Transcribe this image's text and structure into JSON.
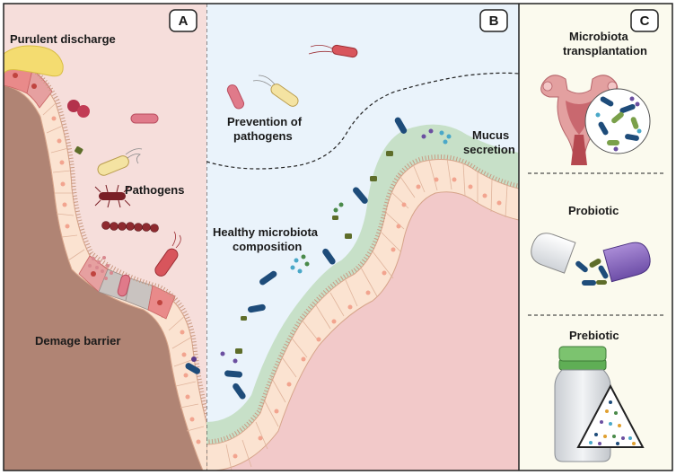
{
  "panels": {
    "a": {
      "badge": "A",
      "labels": {
        "purulent_discharge": "Purulent discharge",
        "pathogens": "Pathogens",
        "damage_barrier": "Demage barrier"
      }
    },
    "b": {
      "badge": "B",
      "labels": {
        "prevention_line1": "Prevention of",
        "prevention_line2": "pathogens",
        "mucus_line1": "Mucus",
        "mucus_line2": "secretion",
        "healthy_line1": "Healthy microbiota",
        "healthy_line2": "composition"
      }
    },
    "c": {
      "badge": "C",
      "labels": {
        "transplant_line1": "Microbiota",
        "transplant_line2": "transplantation",
        "probiotic": "Probiotic",
        "prebiotic": "Prebiotic"
      }
    }
  },
  "colors": {
    "panel_a_bg": "#f6dedb",
    "panel_b_bg": "#eaf3fb",
    "panel_c_bg": "#fbfaee",
    "tissue": "#b08474",
    "tissue_b": "#f2c9c9",
    "epithelium": "#fbe0cc",
    "mucus": "#c7e0c8",
    "pus": "#f4dc70",
    "bacteria_dark": "#1e4c7a",
    "bacteria_olive": "#5e6d2a"
  }
}
